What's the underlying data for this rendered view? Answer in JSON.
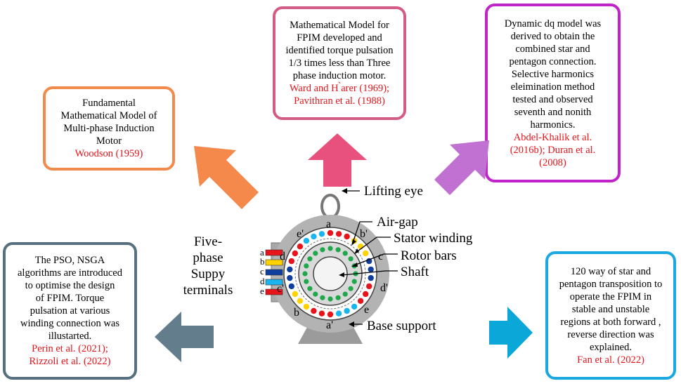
{
  "boxes": {
    "orange": {
      "text": [
        "Fundamental",
        "Mathematical Model of",
        "Multi-phase Induction",
        "Motor"
      ],
      "cite": [
        "Woodson (1959)"
      ]
    },
    "pink": {
      "text": [
        "Mathematical Model for",
        "FPIM developed and",
        "identified torque pulsation",
        "1/3 times less than Three",
        "phase induction motor."
      ],
      "cite": [
        "Ward and H ̀arer (1969);",
        "Pavithran et al. (1988)"
      ]
    },
    "purple": {
      "text": [
        "Dynamic dq model was",
        "derived to obtain the",
        "combined star and",
        "pentagon connection.",
        "Selective harmonics",
        "eleimination method",
        "tested and observed",
        "seventh and nonith",
        "harmonics."
      ],
      "cite": [
        "Abdel-Khalik et al.",
        "(2016b); Duran et al.",
        "(2008)"
      ]
    },
    "slate": {
      "text": [
        "The PSO, NSGA",
        "algorithms are introduced",
        "to optimise the design",
        "of FPIM. Torque",
        "pulsation at various",
        "winding connection was",
        "illustarted."
      ],
      "cite": [
        "Perin et al. (2021);",
        "Rizzoli et al. (2022)"
      ]
    },
    "blue": {
      "text": [
        "120 way of star and",
        "pentagon transposition to",
        "operate the FPIM in",
        "stable and unstable",
        "regions at both  forward ,",
        "reverse direction was",
        "explained."
      ],
      "cite": [
        "Fan et al. (2022)"
      ]
    }
  },
  "motor": {
    "supply_label": [
      "Five-",
      "phase",
      "Suppy",
      "terminals"
    ],
    "parts": {
      "lifting_eye": "Lifting eye",
      "air_gap": "Air-gap",
      "stator_winding": "Stator winding",
      "rotor_bars": "Rotor bars",
      "shaft": "Shaft",
      "base_support": "Base support"
    },
    "phases": {
      "a": "a",
      "b_prime": "b'",
      "c": "c",
      "d_prime": "d'",
      "e": "e",
      "a_prime": "a'",
      "b": "b",
      "c_prime": "c'",
      "d": "d",
      "e_prime": "e'"
    },
    "terminals": [
      "a",
      "b",
      "c",
      "d",
      "e"
    ],
    "colors": {
      "orange_arrow": "#f5894c",
      "pink_arrow": "#e8507d",
      "purple_arrow": "#c071d1",
      "slate_arrow": "#637d8c",
      "blue_arrow": "#0aa7d8",
      "citation": "#e8141b",
      "red_phase": "#e8141b",
      "yellow_phase": "#ffd200",
      "blue_phase": "#0f3f9e",
      "cyan_phase": "#1ab4ee",
      "rotor_bar": "#1ea84a"
    }
  }
}
